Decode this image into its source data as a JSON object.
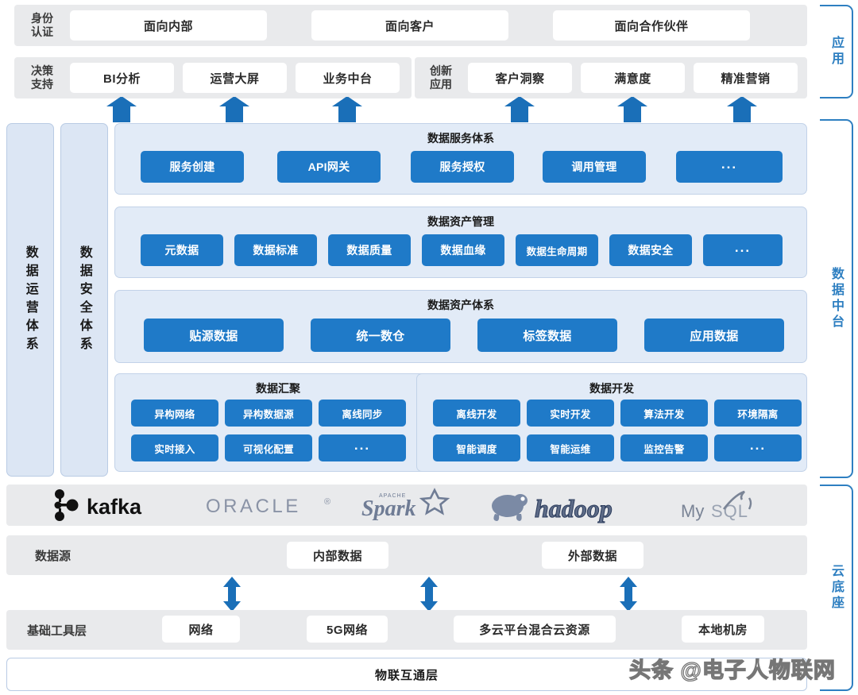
{
  "app_layer": {
    "identity": {
      "label_line1": "身份",
      "label_line2": "认证",
      "boxes": [
        "面向内部",
        "面向客户",
        "面向合作伙伴"
      ]
    },
    "decision": {
      "label_line1": "决策",
      "label_line2": "支持",
      "boxes": [
        "BI分析",
        "运营大屏",
        "业务中台"
      ]
    },
    "innovation": {
      "label_line1": "创新",
      "label_line2": "应用",
      "boxes": [
        "客户洞察",
        "满意度",
        "精准营销"
      ]
    }
  },
  "mid_platform": {
    "left_columns": [
      {
        "label": "数据运营体系"
      },
      {
        "label": "数据安全体系"
      }
    ],
    "panels": [
      {
        "title": "数据服务体系",
        "chips": [
          "服务创建",
          "API网关",
          "服务授权",
          "调用管理",
          "..."
        ]
      },
      {
        "title": "数据资产管理",
        "chips": [
          "元数据",
          "数据标准",
          "数据质量",
          "数据血缘",
          "数据生命周期",
          "数据安全",
          "..."
        ]
      },
      {
        "title": "数据资产体系",
        "chips": [
          "贴源数据",
          "统一数仓",
          "标签数据",
          "应用数据"
        ]
      }
    ],
    "sub_panels": [
      {
        "title": "数据汇聚",
        "row1": [
          "异构网络",
          "异构数据源",
          "离线同步"
        ],
        "row2": [
          "实时接入",
          "可视化配置",
          "..."
        ]
      },
      {
        "title": "数据开发",
        "row1": [
          "离线开发",
          "实时开发",
          "算法开发",
          "环境隔离"
        ],
        "row2": [
          "智能调度",
          "智能运维",
          "监控告警",
          "..."
        ]
      }
    ]
  },
  "tech_logos": [
    "kafka",
    "ORACLE",
    "Spark",
    "hadoop",
    "MySQL"
  ],
  "cloud_base": {
    "datasource": {
      "label": "数据源",
      "boxes": [
        "内部数据",
        "外部数据"
      ]
    },
    "tooling": {
      "label": "基础工具层",
      "boxes": [
        "网络",
        "5G网络",
        "多云平台混合云资源",
        "本地机房"
      ]
    }
  },
  "iot_layer": {
    "label": "物联互通层"
  },
  "right_brackets": [
    {
      "label": "应用"
    },
    {
      "label": "数据中台"
    },
    {
      "label": "云底座"
    }
  ],
  "watermark": {
    "text": "头条 @电子人物联网"
  },
  "colors": {
    "chip_blue": "#1f7ac8",
    "panel_blue": "#e2ebf7",
    "column_blue": "#dce6f4",
    "band_grey": "#e9eaec",
    "bracket_blue": "#2e7fc1",
    "arrow_blue": "#1a6fb8"
  }
}
